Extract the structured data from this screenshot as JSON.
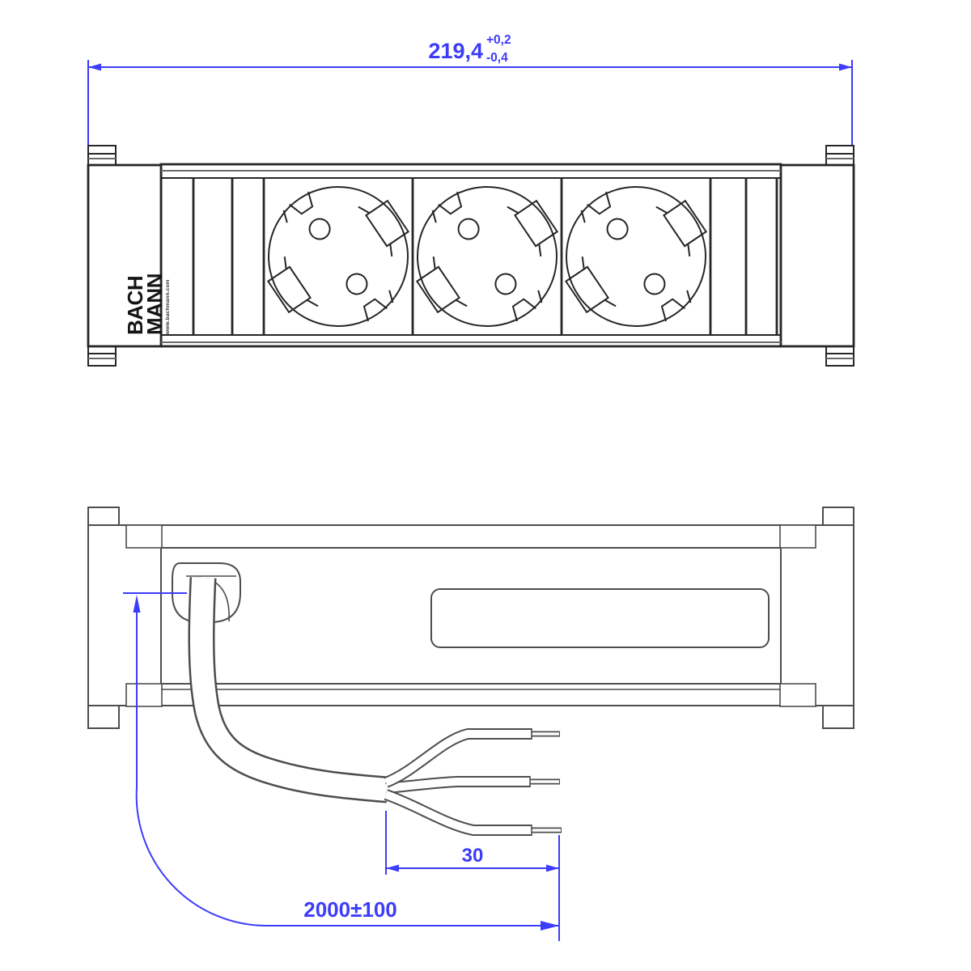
{
  "drawing": {
    "type": "technical-drawing",
    "product": "3-way power strip with open cable end",
    "brand": {
      "line1": "BACH",
      "line2": "MANN",
      "website": "www.bachmann.com"
    },
    "dims": {
      "overall": {
        "value": "219,4",
        "tol_plus": "+0,2",
        "tol_minus": "-0,4"
      },
      "strip": {
        "value": "30"
      },
      "cable": {
        "value": "2000±100"
      }
    },
    "sockets": {
      "count": 3,
      "type": "schuko"
    },
    "colors": {
      "dimension_blue": "#3c3cfb",
      "line_dark": "#262626",
      "line_mid": "#4d4d4d",
      "background": "#ffffff"
    }
  }
}
